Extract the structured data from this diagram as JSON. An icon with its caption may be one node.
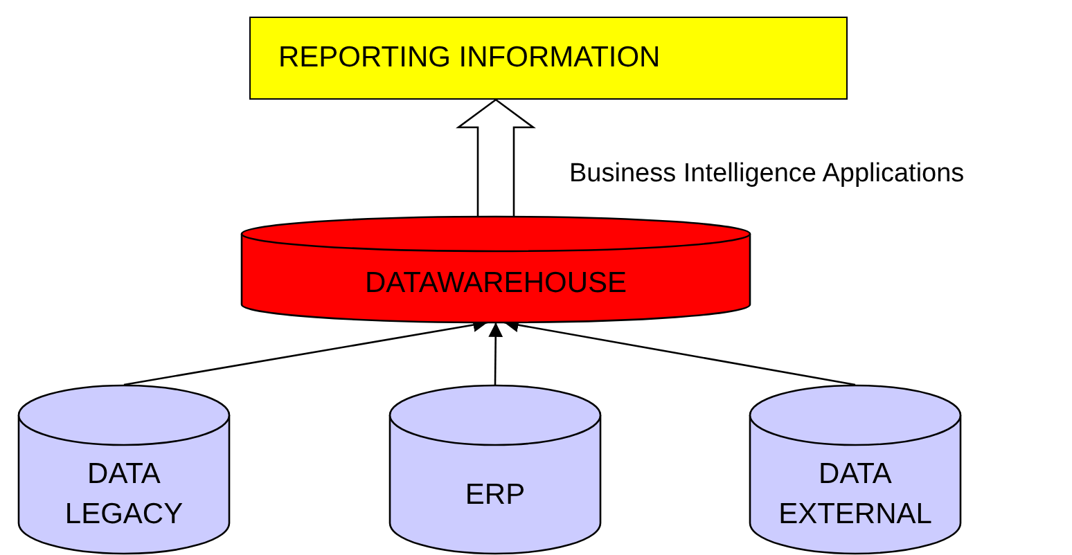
{
  "diagram": {
    "nodes": [
      {
        "text": [
          "REPORTING INFORMATION"
        ]
      },
      {
        "text": [
          "DATAWAREHOUSE"
        ]
      },
      {
        "text": [
          "DATA LEGACY"
        ]
      },
      {
        "text": [
          "ERP"
        ]
      },
      {
        "text": [
          "DATA EXTERNAL"
        ]
      }
    ],
    "edges": [
      {
        "from": 1,
        "to": 0,
        "arrow": "to",
        "style": "thick",
        "label": "Business Intelligence Applications"
      },
      {
        "from": 2,
        "to": 1,
        "arrow": "to"
      },
      {
        "from": 3,
        "to": 1,
        "arrow": "to"
      },
      {
        "from": 4,
        "to": 1,
        "arrow": "to"
      }
    ]
  }
}
